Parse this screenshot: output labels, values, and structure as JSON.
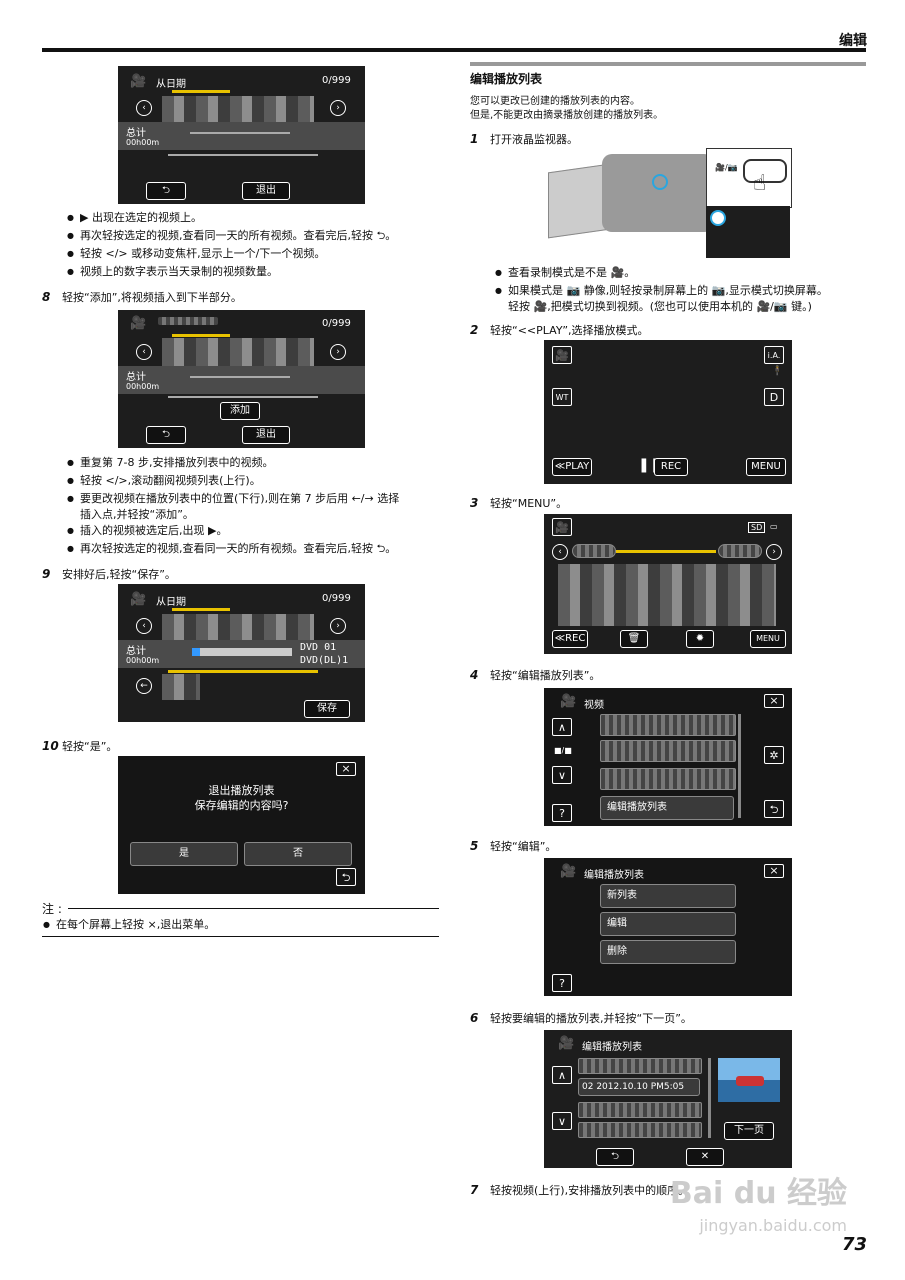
{
  "header": {
    "title": "编辑"
  },
  "page_number": "73",
  "watermark": {
    "line1": "Bai du 经验",
    "line2": "jingyan.baidu.com"
  },
  "left": {
    "scr1": {
      "title": "从日期",
      "count": "0/999",
      "total": "总计",
      "time": "00h00m",
      "exit": "退出"
    },
    "bullets1": [
      "▶ 出现在选定的视频上。",
      "再次轻按选定的视频,查看同一天的所有视频。查看完后,轻按 ⮌。",
      "轻按 </> 或移动变焦杆,显示上一个/下一个视频。",
      "视频上的数字表示当天录制的视频数量。"
    ],
    "step8": {
      "num": "8",
      "text": "轻按“添加”,将视频插入到下半部分。"
    },
    "scr2": {
      "count": "0/999",
      "total": "总计",
      "time": "00h00m",
      "add": "添加",
      "exit": "退出"
    },
    "bullets2": [
      "重复第 7-8 步,安排播放列表中的视频。",
      "轻按 </>,滚动翻阅视频列表(上行)。",
      "要更改视频在播放列表中的位置(下行),则在第 7 步后用 ←/→ 选择",
      "插入点,并轻按“添加”。",
      "插入的视频被选定后,出现 ▶。",
      "再次轻按选定的视频,查看同一天的所有视频。查看完后,轻按 ⮌。"
    ],
    "step9": {
      "num": "9",
      "text": "安排好后,轻按“保存”。"
    },
    "scr3": {
      "title": "从日期",
      "count": "0/999",
      "total": "总计",
      "time": "00h00m",
      "dvd1": "DVD   01",
      "dvd2": "DVD(DL)1",
      "save": "保存"
    },
    "step10": {
      "num": "10",
      "text": "轻按“是”。"
    },
    "scr4": {
      "line1": "退出播放列表",
      "line2": "保存编辑的内容吗?",
      "yes": "是",
      "no": "否"
    },
    "note": {
      "label": "注 :",
      "text": "在每个屏幕上轻按 ×,退出菜单。"
    }
  },
  "right": {
    "section": "编辑播放列表",
    "intro1": "您可以更改已创建的播放列表的内容。",
    "intro2": "但是,不能更改由摘录播放创建的播放列表。",
    "step1": {
      "num": "1",
      "text": "打开液晶监视器。"
    },
    "bullets1": [
      "查看录制模式是不是 🎥。",
      "如果模式是 📷 静像,则轻按录制屏幕上的 📷,显示模式切换屏幕。",
      "轻按 🎥,把模式切换到视频。(您也可以使用本机的 🎥/📷 键。)"
    ],
    "step2": {
      "num": "2",
      "text": "轻按“<<PLAY”,选择播放模式。"
    },
    "scr2": {
      "ia": "i.A.",
      "wt": "WT",
      "d": "D",
      "play": "≪PLAY",
      "rec": "REC",
      "menu": "MENU"
    },
    "step3": {
      "num": "3",
      "text": "轻按“MENU”。"
    },
    "scr3": {
      "sd": "SD",
      "rec": "≪REC",
      "menu": "MENU"
    },
    "step4": {
      "num": "4",
      "text": "轻按“编辑播放列表”。"
    },
    "scr4": {
      "title": "视频",
      "item": "编辑播放列表",
      "q": "?"
    },
    "step5": {
      "num": "5",
      "text": "轻按“编辑”。"
    },
    "scr5": {
      "title": "编辑播放列表",
      "items": [
        "新列表",
        "编辑",
        "删除"
      ],
      "q": "?"
    },
    "step6": {
      "num": "6",
      "text": "轻按要编辑的播放列表,并轻按“下一页”。"
    },
    "scr6": {
      "title": "编辑播放列表",
      "date": "02 2012.10.10 PM5:05",
      "next": "下一页"
    },
    "step7": {
      "num": "7",
      "text": "轻按视频(上行),安排播放列表中的顺序。"
    }
  }
}
